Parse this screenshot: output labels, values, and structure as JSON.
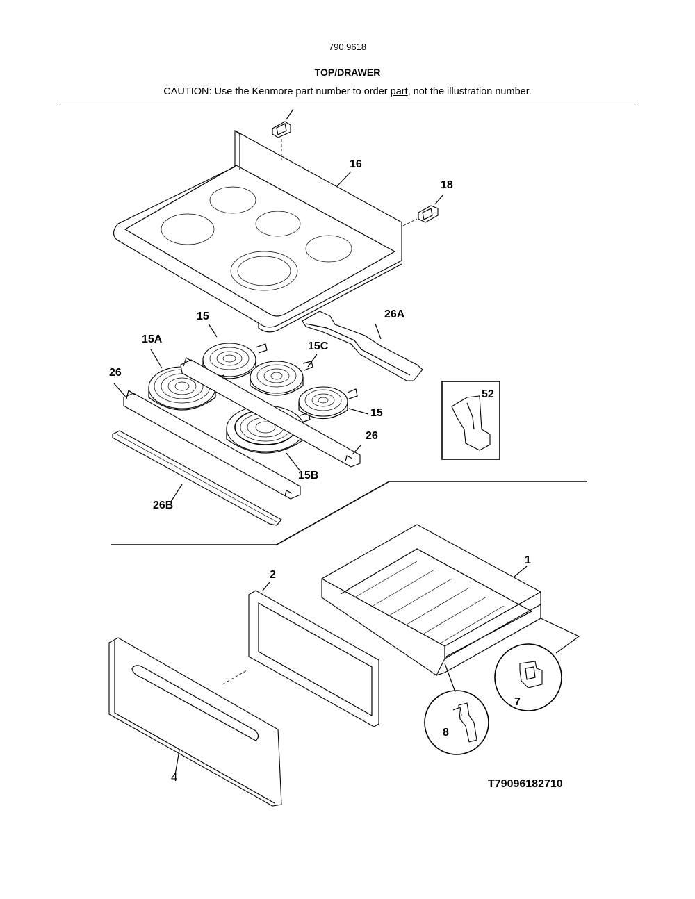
{
  "header": {
    "model": "790.9618",
    "title": "TOP/DRAWER",
    "caution_pre": "CAUTION: Use the Kenmore part number to order ",
    "caution_link": "part",
    "caution_post": ", not the illustration number."
  },
  "callouts": {
    "c16": "16",
    "c18": "18",
    "c15_top": "15",
    "c15a": "15A",
    "c15c": "15C",
    "c26a": "26A",
    "c26_left": "26",
    "c52": "52",
    "c15_right": "15",
    "c26_right": "26",
    "c15b": "15B",
    "c26b": "26B",
    "c1": "1",
    "c2": "2",
    "c4": "4",
    "c7": "7",
    "c8": "8"
  },
  "diagram_code": "T79096182710"
}
